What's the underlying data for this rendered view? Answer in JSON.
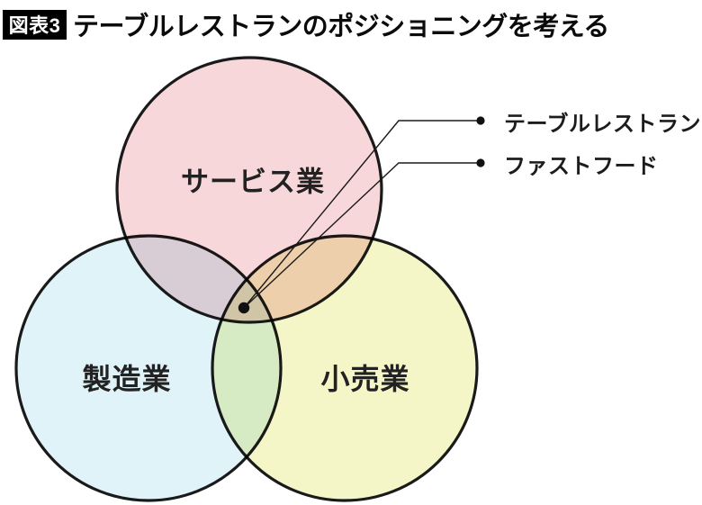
{
  "header": {
    "badge": "図表3",
    "title": "テーブルレストランのポジショニングを考える"
  },
  "colors": {
    "service_fill": "#f8d7da",
    "manufacturing_fill": "#dff3f9",
    "retail_fill": "#f5f6c8",
    "circle_stroke": "#1a1a1a",
    "line_color": "#1a1a1a",
    "badge_bg": "#000000",
    "badge_text": "#ffffff"
  },
  "venn": {
    "service_label": "サービス業",
    "manufacturing_label": "製造業",
    "retail_label": "小売業"
  },
  "annotations": {
    "table_restaurant": "テーブルレストラン",
    "fast_food": "ファストフード"
  }
}
